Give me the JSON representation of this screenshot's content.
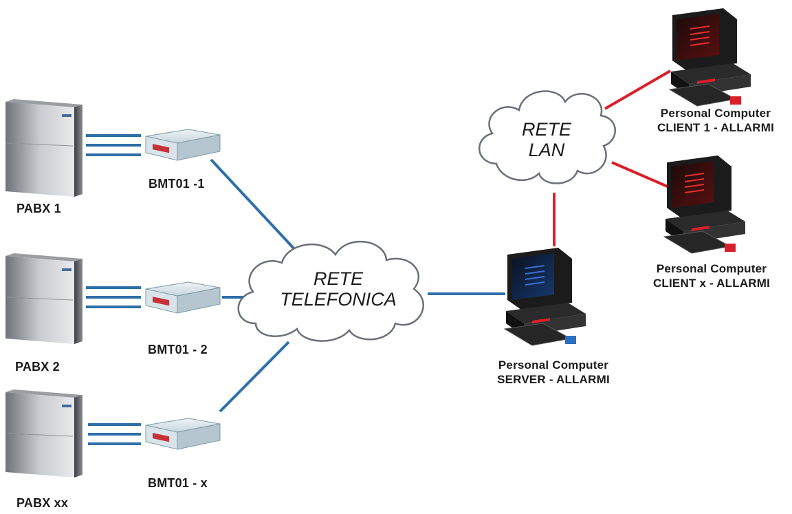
{
  "pabx": [
    {
      "label": "PABX 1"
    },
    {
      "label": "PABX 2"
    },
    {
      "label": "PABX xx"
    }
  ],
  "modems": [
    {
      "label": "BMT01 -1"
    },
    {
      "label": "BMT01 - 2"
    },
    {
      "label": "BMT01 - x"
    }
  ],
  "clouds": {
    "phone": {
      "line1": "RETE",
      "line2": "TELEFONICA"
    },
    "lan": {
      "line1": "RETE",
      "line2": "LAN"
    }
  },
  "computers": {
    "server": {
      "line1": "Personal Computer",
      "line2": "SERVER - ALLARMI"
    },
    "client1": {
      "line1": "Personal Computer",
      "line2": "CLIENT 1 - ALLARMI"
    },
    "clientx": {
      "line1": "Personal Computer",
      "line2": "CLIENT x - ALLARMI"
    }
  },
  "colors": {
    "phone_link": "#2e6fa8",
    "lan_link": "#d8202a",
    "cable": "#2e6fa8"
  }
}
